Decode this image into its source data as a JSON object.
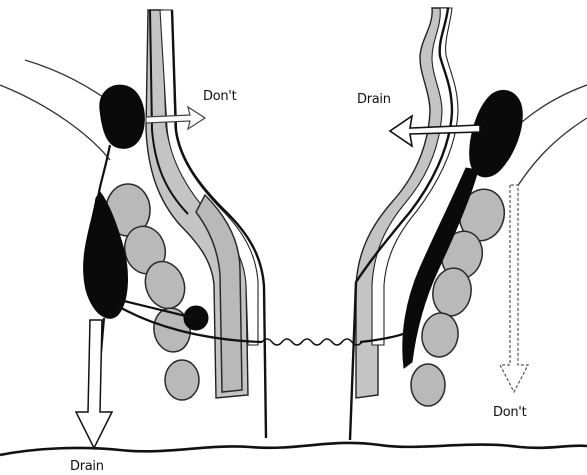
{
  "labels": {
    "dont_top_left": "Don't",
    "drain_top_right": "Drain",
    "dont_bottom_right": "Don't",
    "drain_bottom_left": "Drain"
  },
  "colors": {
    "line": "#111111",
    "abscess_fill": "#0a0a0a",
    "sphincter_fill": "#b9b9b9",
    "lining_fill": "#c4c4c4",
    "arrow_fill": "#ffffff",
    "background": "#ffffff"
  }
}
